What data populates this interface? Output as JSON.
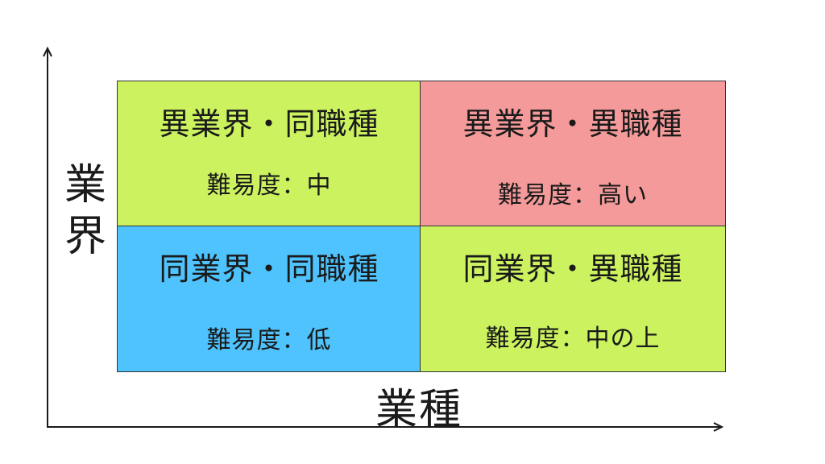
{
  "colors": {
    "green": "#ccf35f",
    "red": "#f49a9a",
    "blue": "#4ec3fd",
    "axis": "#1a1a1a"
  },
  "axes": {
    "y_label_chars": [
      "業",
      "界"
    ],
    "x_label": "業種"
  },
  "quadrants": {
    "top_left": {
      "title": "異業界・同職種",
      "difficulty": "難易度：中",
      "color": "green"
    },
    "top_right": {
      "title": "異業界・異職種",
      "difficulty": "難易度：高い",
      "color": "red"
    },
    "bottom_left": {
      "title": "同業界・同職種",
      "difficulty": "難易度：低",
      "color": "blue"
    },
    "bottom_right": {
      "title": "同業界・異職種",
      "difficulty": "難易度：中の上",
      "color": "green"
    }
  }
}
